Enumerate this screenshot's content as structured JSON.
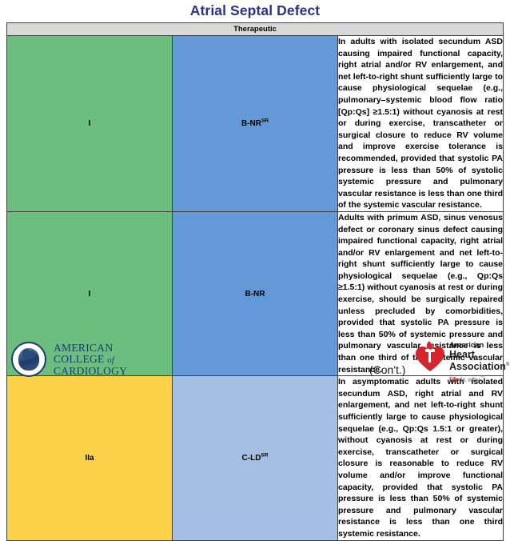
{
  "title": "Atrial Septal Defect",
  "table": {
    "section_header": "Therapeutic",
    "rows": [
      {
        "cor": "I",
        "loe": "B-NR",
        "loe_sup": "SR",
        "recommendation": "In adults with isolated secundum ASD causing impaired functional capacity, right atrial and/or RV enlargement, and net left-to-right shunt sufficiently large to cause physiological sequelae (e.g., pulmonary–systemic blood flow ratio [Qp:Qs] ≥1.5:1) without cyanosis at rest or during exercise, transcatheter or surgical closure to reduce RV volume and improve exercise tolerance is recommended, provided that systolic PA pressure is less than 50% of systolic systemic pressure and pulmonary vascular resistance is less than one third of the systemic vascular resistance."
      },
      {
        "cor": "I",
        "loe": "B-NR",
        "loe_sup": "",
        "recommendation": "Adults with primum ASD, sinus venosus defect or coronary sinus defect causing impaired functional capacity, right atrial and/or RV enlargement and net left-to-right shunt sufficiently large to cause physiological sequelae (e.g., Qp:Qs ≥1.5:1) without cyanosis at rest or during exercise, should be surgically repaired unless precluded by comorbidities, provided that systolic PA pressure is less than 50% of systemic pressure and pulmonary vascular resistance is less than one third of the systemic vascular resistance."
      },
      {
        "cor": "IIa",
        "loe": "C-LD",
        "loe_sup": "SR",
        "recommendation": "In asymptomatic adults with isolated secundum ASD, right atrial and RV enlargement, and net left-to-right shunt sufficiently large to cause physiological sequelae (e.g., Qp:Qs 1.5:1 or greater), without cyanosis at rest or during exercise, transcatheter or surgical closure is reasonable to reduce RV volume and/or improve functional capacity, provided that systolic PA pressure is less than 50% of systemic pressure and pulmonary vascular resistance is less than one third systemic resistance."
      }
    ]
  },
  "footer": {
    "continued_note": "(Con't.)",
    "acc_logo": {
      "line1": "AMERICAN",
      "line2_main": "COLLEGE ",
      "line2_of": "of",
      "line3": "CARDIOLOGY"
    },
    "aha_logo": {
      "line1": "American",
      "line2": "Heart",
      "line3": "Association",
      "registered": "®",
      "tagline_life": "life",
      "tagline_rest": " is why",
      "tagline_tm": "™"
    }
  },
  "colors": {
    "title": "#2C2F8F",
    "cor_1": "#6BBE7E",
    "cor_2a": "#FCD248",
    "loe_b_nr": "#6399D6",
    "loe_c_ld": "#A3BFE3",
    "section_header_bg": "#D9D9D9",
    "acc_navy": "#1C3B6E",
    "aha_red": "#D5242B"
  }
}
